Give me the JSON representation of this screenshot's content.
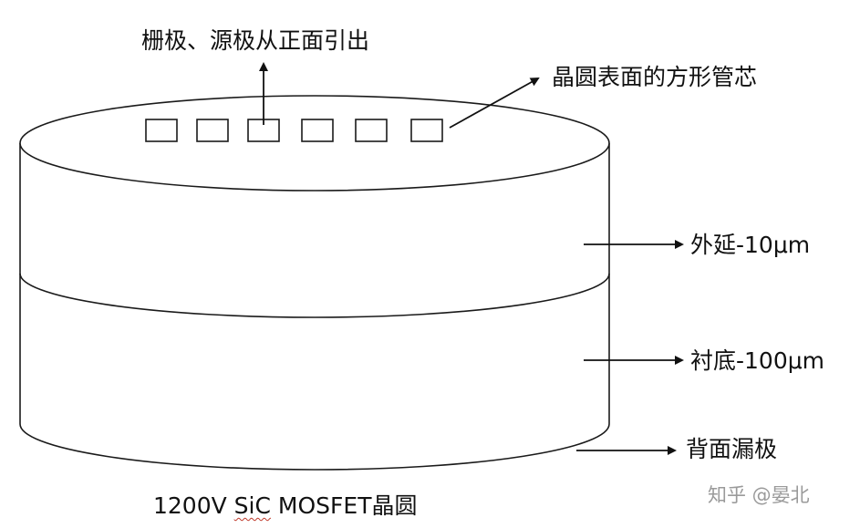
{
  "labels": {
    "top": "栅极、源极从正面引出",
    "chips": "晶圆表面的方形管芯",
    "epi": "外延-10μm",
    "substrate": "衬底-100μm",
    "drain": "背面漏极"
  },
  "caption": {
    "prefix": "1200V ",
    "sic": "SiC",
    "suffix": " MOSFET晶圆"
  },
  "watermark": "知乎 @晏北",
  "chip_count": 6,
  "colors": {
    "stroke": "#1a1a1a",
    "text": "#111111",
    "watermark": "#9a9a9a"
  }
}
